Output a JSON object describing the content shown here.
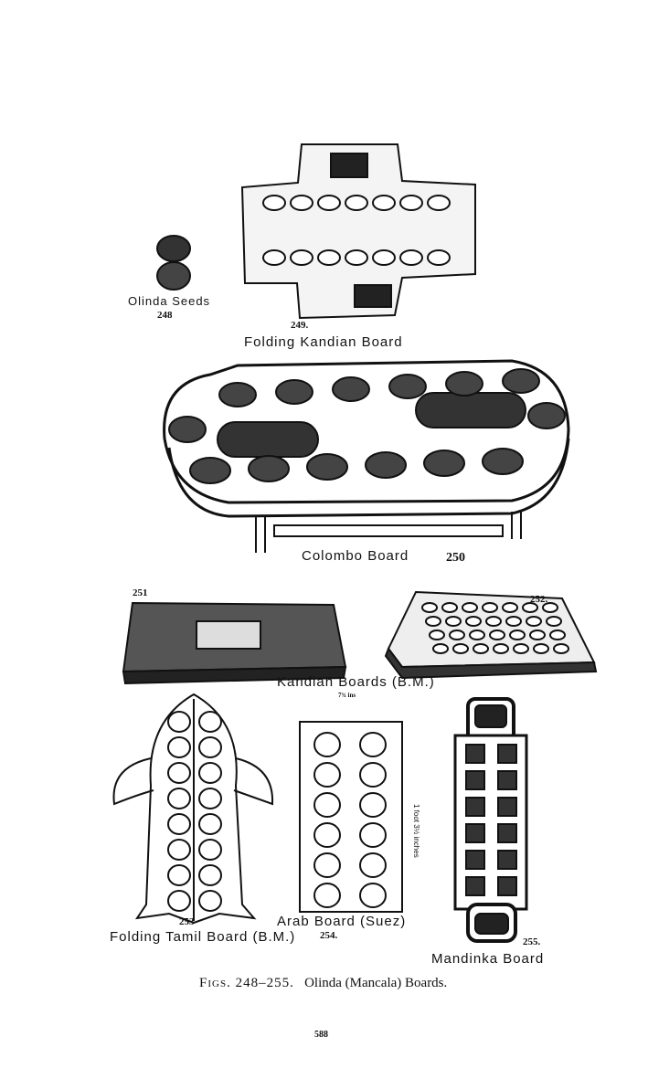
{
  "figures": {
    "seeds": {
      "label": "Olinda Seeds",
      "number": "248"
    },
    "folding_kandian": {
      "number": "249.",
      "label": "Folding Kandian Board"
    },
    "colombo": {
      "label": "Colombo Board",
      "number": "250"
    },
    "kandian_a": {
      "number": "251"
    },
    "kandian_b": {
      "number": "252."
    },
    "kandian_boards": {
      "label": "Kandian Boards (B.M.)",
      "measure": "7¾ ins"
    },
    "tamil": {
      "number": "253",
      "label": "Folding Tamil Board (B.M.)"
    },
    "arab": {
      "label": "Arab Board (Suez)",
      "number": "254.",
      "measure": "1 foot 3½ inches"
    },
    "mandinka": {
      "number": "255.",
      "label": "Mandinka Board"
    }
  },
  "caption": {
    "prefix": "Figs. 248–255.",
    "text": "Olinda (Mancala) Boards."
  },
  "page_number": "588"
}
